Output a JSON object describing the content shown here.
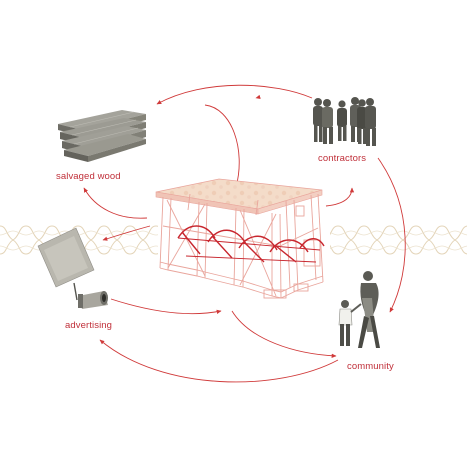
{
  "labels": {
    "salvaged_wood": "salvaged wood",
    "contractors": "contractors",
    "advertising": "advertising",
    "community": "community"
  },
  "colors": {
    "accent": "#d03a3a",
    "label": "#c0303a",
    "timber": "#e9a59c",
    "timber_top": "#f2d8c6",
    "fence": "#e8dcc4",
    "figure": "#5a5a54",
    "wood": "#8a8a84",
    "sign": "#b8b6ae"
  },
  "icons": {
    "wood": "lumber-stack-icon",
    "contractors": "workers-group-icon",
    "advertising": "billboard-sign-icon",
    "community": "family-icon",
    "structure": "timber-pavilion-icon"
  }
}
